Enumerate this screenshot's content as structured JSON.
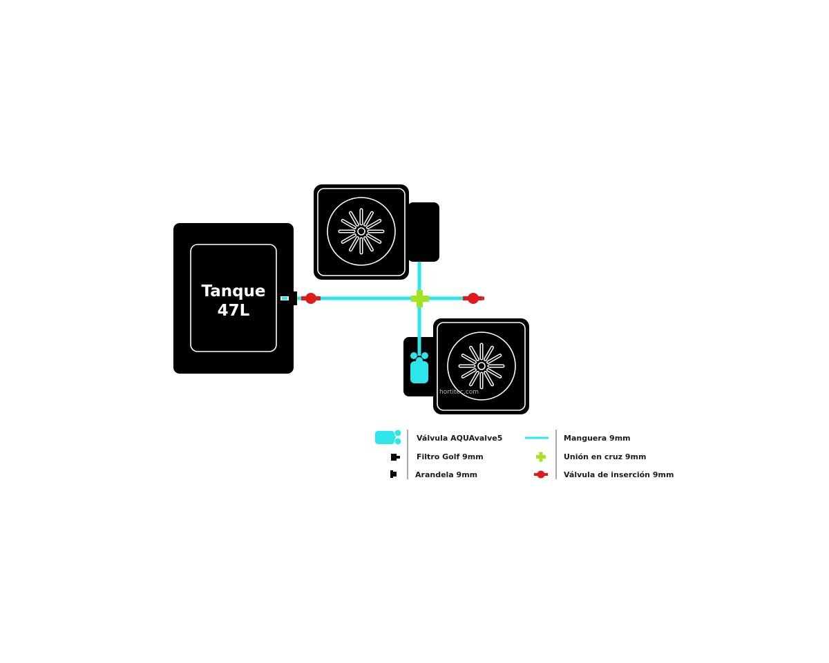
{
  "tank": {
    "line1": "Tanque",
    "line2": "47L"
  },
  "watermark": "hortitec.com",
  "colors": {
    "body": "#000000",
    "hose": "#2de6ec",
    "cross": "#a6e21e",
    "insertion_valve": "#e01b1b",
    "aquavalve": "#2de6ec",
    "outline": "#ffffff"
  },
  "legend": {
    "items": [
      {
        "icon": "aquavalve-icon",
        "label": "Válvula AQUAvalve5"
      },
      {
        "icon": "golf-filter-icon",
        "label": "Filtro Golf 9mm"
      },
      {
        "icon": "washer-icon",
        "label": "Arandela 9mm"
      },
      {
        "icon": "hose-icon",
        "label": "Manguera 9mm"
      },
      {
        "icon": "cross-union-icon",
        "label": "Unión en cruz 9mm"
      },
      {
        "icon": "insertion-valve-icon",
        "label": "Válvula de inserción 9mm"
      }
    ]
  }
}
